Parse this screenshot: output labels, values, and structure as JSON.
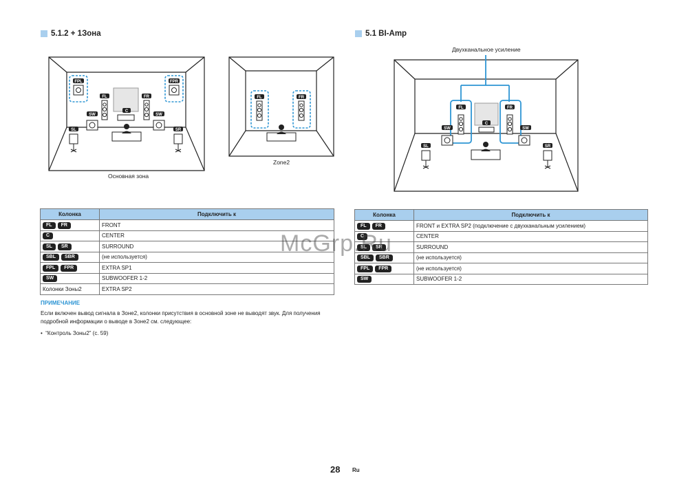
{
  "section_left": {
    "title": "5.1.2 + 1Зона"
  },
  "section_right": {
    "title": "5.1 BI-Amp"
  },
  "diagram_left": {
    "main_zone_caption": "Основная зона",
    "zone2_caption": "Zone2",
    "speaker_labels": {
      "fpl": "FPL",
      "fpr": "FPR",
      "fl": "FL",
      "fr": "FR",
      "c": "C",
      "sw": "SW",
      "sl": "SL",
      "sr": "SR"
    }
  },
  "diagram_right": {
    "top_label": "Двухканальное усиление",
    "speaker_labels": {
      "fl": "FL",
      "fr": "FR",
      "c": "C",
      "sw": "SW",
      "sl": "SL",
      "sr": "SR"
    }
  },
  "table_left": {
    "headers": [
      "Колонка",
      "Подключить к"
    ],
    "rows": [
      {
        "tags": [
          "FL",
          "FR"
        ],
        "text": "",
        "connect": "FRONT"
      },
      {
        "tags": [
          "C"
        ],
        "text": "",
        "connect": "CENTER"
      },
      {
        "tags": [
          "SL",
          "SR"
        ],
        "text": "",
        "connect": "SURROUND"
      },
      {
        "tags": [
          "SBL",
          "SBR"
        ],
        "text": "",
        "connect": "(не используется)"
      },
      {
        "tags": [
          "FPL",
          "FPR"
        ],
        "text": "",
        "connect": "EXTRA SP1"
      },
      {
        "tags": [
          "SW"
        ],
        "text": "",
        "connect": "SUBWOOFER 1-2"
      },
      {
        "tags": [],
        "text": "Колонки Зоны2",
        "connect": "EXTRA SP2"
      }
    ]
  },
  "table_right": {
    "headers": [
      "Колонка",
      "Подключить к"
    ],
    "rows": [
      {
        "tags": [
          "FL",
          "FR"
        ],
        "text": "",
        "connect": "FRONT и EXTRA SP2 (подключение с двухканальным усилением)"
      },
      {
        "tags": [
          "C"
        ],
        "text": "",
        "connect": "CENTER"
      },
      {
        "tags": [
          "SL",
          "SR"
        ],
        "text": "",
        "connect": "SURROUND"
      },
      {
        "tags": [
          "SBL",
          "SBR"
        ],
        "text": "",
        "connect": "(не используется)"
      },
      {
        "tags": [
          "FPL",
          "FPR"
        ],
        "text": "",
        "connect": "(не используется)"
      },
      {
        "tags": [
          "SW"
        ],
        "text": "",
        "connect": "SUBWOOFER 1-2"
      }
    ]
  },
  "note": {
    "title": "ПРИМЕЧАНИЕ",
    "text": "Если включен вывод сигнала в Зоне2, колонки присутствия в основной зоне не выводят звук. Для получения подробной информации о выводе в Зоне2 см. следующее:",
    "bullet": "“Контроль Зоны2” (с. 59)"
  },
  "watermark": "McGrp.Ru",
  "footer": {
    "page_number": "28",
    "lang": "Ru"
  },
  "colors": {
    "accent": "#2d95d4",
    "table_header": "#a9cfee"
  }
}
